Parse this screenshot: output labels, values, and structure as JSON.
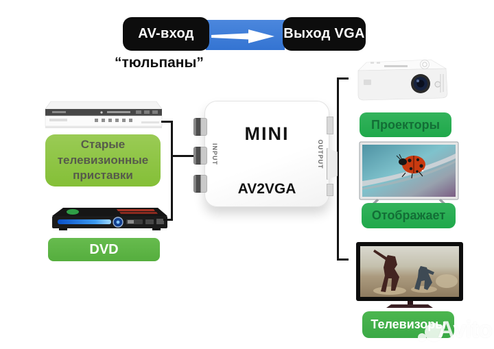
{
  "header": {
    "av_input": "AV-вход",
    "vga_output": "Выход VGA",
    "note": "“тюльпаны”"
  },
  "converter": {
    "brand": "MINI",
    "model": "AV2VGA",
    "input_port": "INPUT",
    "output_port": "OUTPUT"
  },
  "sources": {
    "settop_label": "Старые телевизионные приставки",
    "dvd_label": "DVD"
  },
  "displays": {
    "projector_label": "Проекторы",
    "monitor_label": "Отображает",
    "tv_label": "Телевизоры"
  },
  "watermark": {
    "text": "Avito"
  },
  "icons": {
    "arrow": "right-arrow-icon",
    "devices": [
      "settop-box-image",
      "dvd-player-image",
      "projector-image",
      "monitor-image",
      "tv-image"
    ]
  },
  "colors": {
    "arrow_band_blue": "#3877d4",
    "flow_box_black": "#0d0d0d",
    "label_green_light": "#8dc63f",
    "label_green_bright": "#2bb151",
    "label_green_medium": "#5cb544",
    "label_text_dark": "#565a4b",
    "label_text_green": "#136e36",
    "connector_line": "#141414"
  }
}
